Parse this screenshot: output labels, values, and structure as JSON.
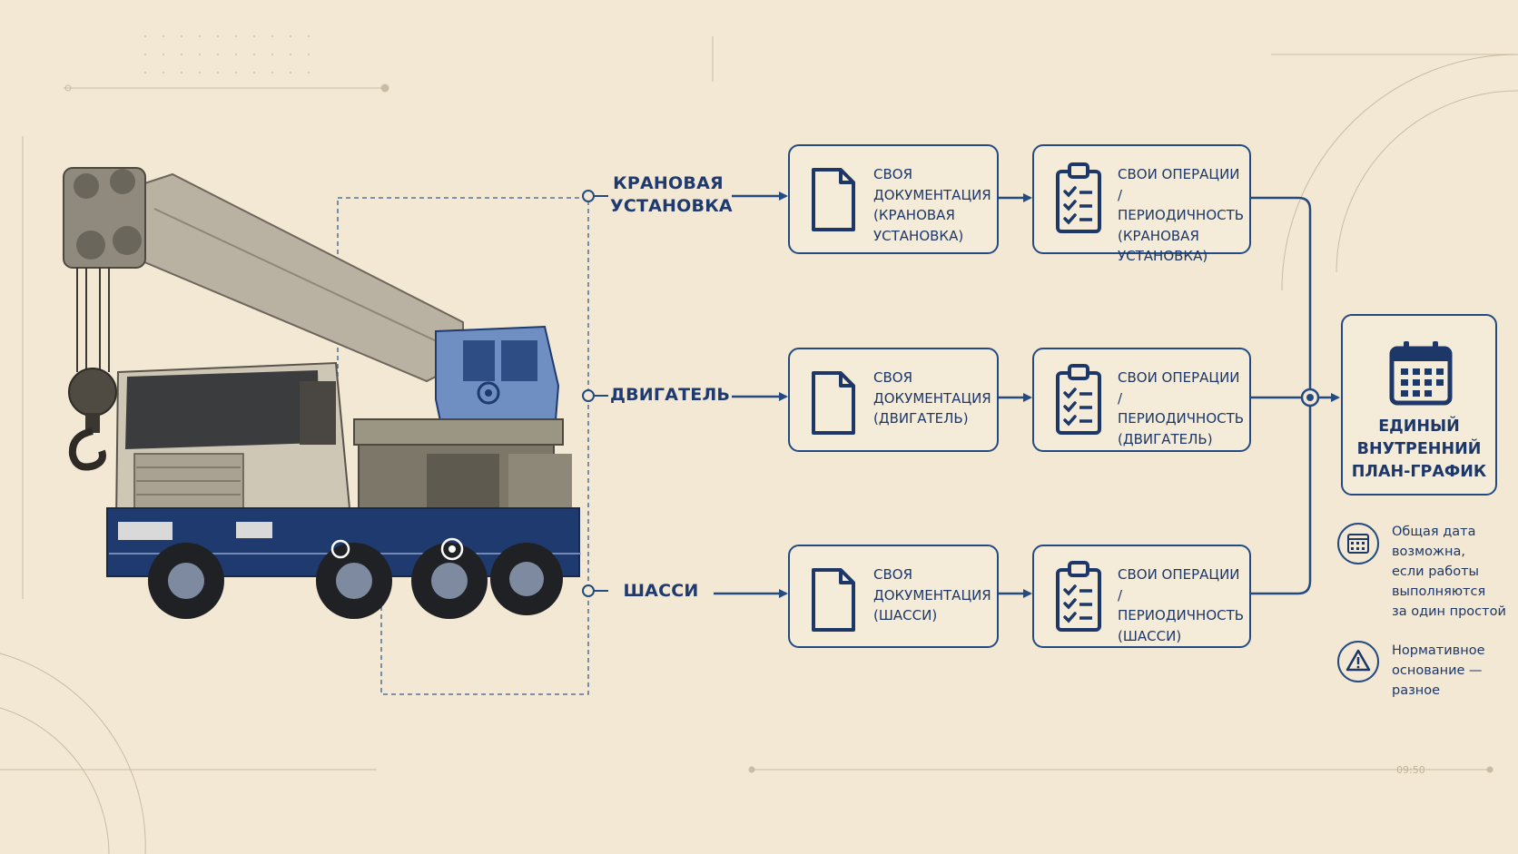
{
  "branches": [
    {
      "label_lines": [
        "КРАНОВАЯ",
        "УСТАНОВКА"
      ],
      "doc_lines": [
        "СВОЯ",
        "ДОКУМЕНТАЦИЯ",
        "(КРАНОВАЯ",
        "УСТАНОВКА)"
      ],
      "ops_lines": [
        "СВОИ ОПЕРАЦИИ",
        "/ ПЕРИОДИЧНОСТЬ",
        "(КРАНОВАЯ",
        "УСТАНОВКА)"
      ]
    },
    {
      "label_lines": [
        "ДВИГАТЕЛЬ"
      ],
      "doc_lines": [
        "СВОЯ",
        "ДОКУМЕНТАЦИЯ",
        "(ДВИГАТЕЛЬ)"
      ],
      "ops_lines": [
        "СВОИ ОПЕРАЦИИ",
        "/ ПЕРИОДИЧНОСТЬ",
        "(ДВИГАТЕЛЬ)"
      ]
    },
    {
      "label_lines": [
        "ШАССИ"
      ],
      "doc_lines": [
        "СВОЯ",
        "ДОКУМЕНТАЦИЯ",
        "(ШАССИ)"
      ],
      "ops_lines": [
        "СВОИ ОПЕРАЦИИ",
        "/ ПЕРИОДИЧНОСТЬ",
        "(ШАССИ)"
      ]
    }
  ],
  "plan": {
    "title_lines": [
      "ЕДИНЫЙ",
      "ВНУТРЕННИЙ",
      "ПЛАН-ГРАФИК"
    ],
    "icon": "calendar-icon"
  },
  "notes": [
    {
      "icon": "calendar-small-icon",
      "lines": [
        "Общая дата",
        "возможна,",
        "если работы",
        "выполняются",
        "за один простой"
      ]
    },
    {
      "icon": "warning-icon",
      "lines": [
        "Нормативное",
        "основание —",
        "разное"
      ]
    }
  ],
  "decor_text": "09:50",
  "colors": {
    "background": "#f2e8d3",
    "accent": "#244a82",
    "text": "#1d3768"
  }
}
